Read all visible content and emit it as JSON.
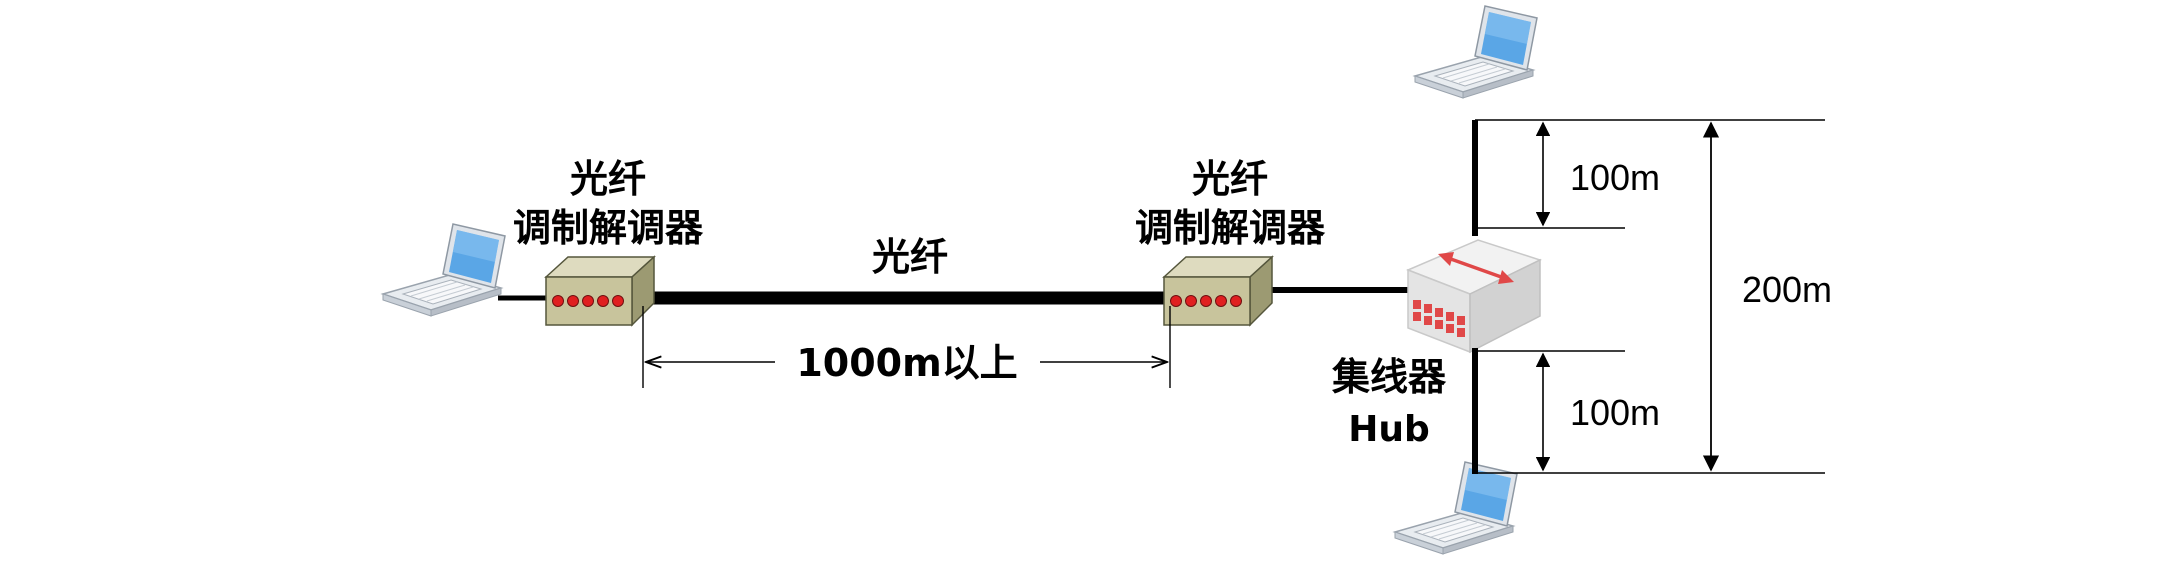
{
  "labels": {
    "modem_left_line1": "光纤",
    "modem_left_line2": "调制解调器",
    "modem_right_line1": "光纤",
    "modem_right_line2": "调制解调器",
    "fiber": "光纤",
    "fiber_distance": "1000m以上",
    "hub_cn": "集线器",
    "hub_en": "Hub",
    "dist_top": "100m",
    "dist_bottom": "100m",
    "dist_total": "200m"
  },
  "icons": {
    "laptop": "laptop-icon",
    "modem": "fiber-modem-icon",
    "hub": "hub-icon"
  },
  "colors": {
    "modem_body": "#c8c49c",
    "modem_led": "#e02020",
    "laptop_screen": "#5aa6e6",
    "hub_arrow": "#e04848",
    "hub_ports": "#e04848"
  }
}
